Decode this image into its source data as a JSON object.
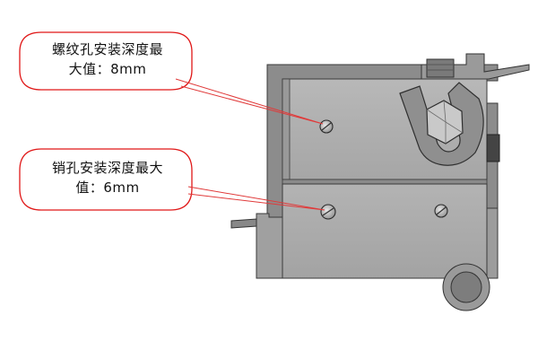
{
  "callouts": [
    {
      "line1": "螺纹孔安装深度最",
      "line2": "大值：8mm"
    },
    {
      "line1": "销孔安装深度最大",
      "line2": "值：6mm"
    }
  ],
  "colors": {
    "callout_border": "#e01818",
    "leader_line": "#e03a3a",
    "block_main": "#a9a9a9",
    "block_shadow": "#6f6f6f",
    "block_light": "#c4c4c4",
    "outline": "#333333"
  }
}
